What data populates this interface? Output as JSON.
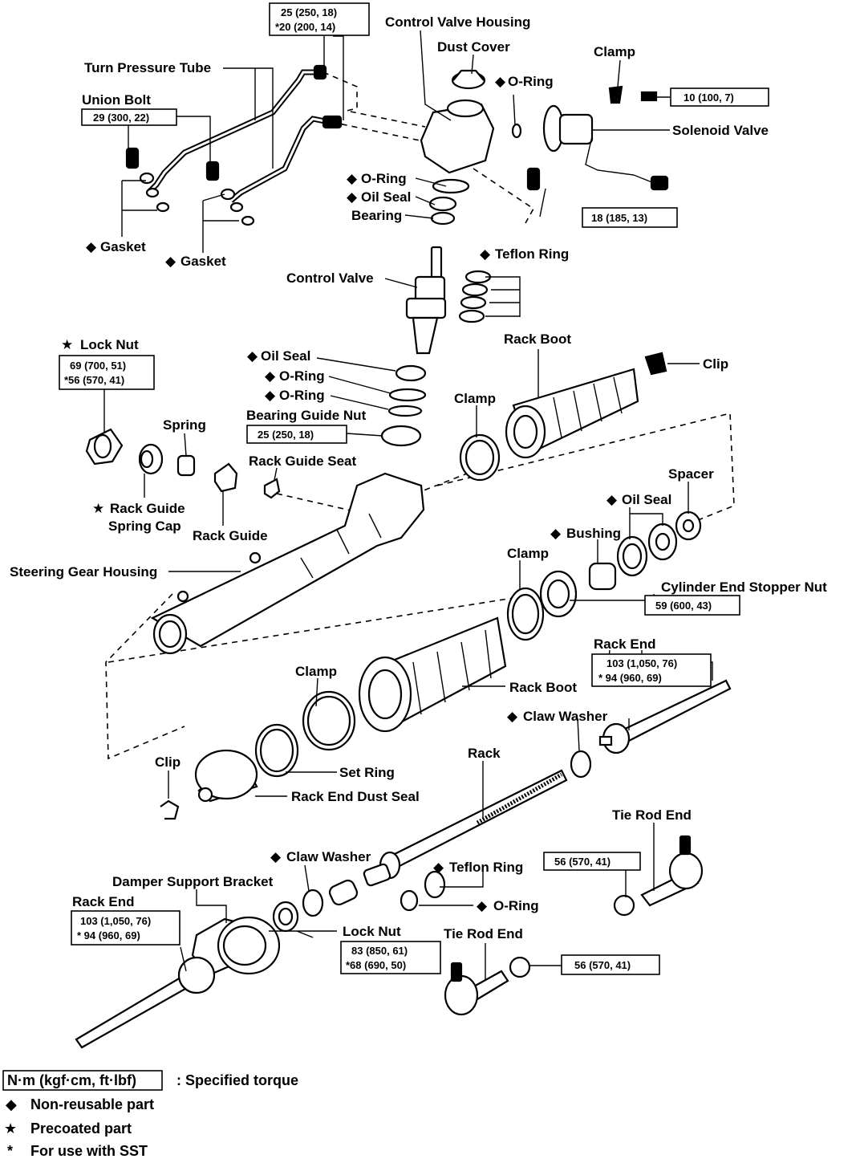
{
  "labels": {
    "control_valve_housing": "Control Valve Housing",
    "dust_cover": "Dust Cover",
    "o_ring_top": "O-Ring",
    "clamp_top": "Clamp",
    "turn_pressure_tube": "Turn Pressure Tube",
    "union_bolt": "Union Bolt",
    "solenoid_valve": "Solenoid Valve",
    "o_ring_2": "O-Ring",
    "oil_seal_1": "Oil Seal",
    "bearing": "Bearing",
    "gasket_left": "Gasket",
    "gasket_right": "Gasket",
    "teflon_ring_top": "Teflon Ring",
    "control_valve": "Control Valve",
    "lock_nut_top": "Lock Nut",
    "rack_boot_top": "Rack Boot",
    "clip_top": "Clip",
    "oil_seal_2": "Oil Seal",
    "o_ring_3": "O-Ring",
    "o_ring_4": "O-Ring",
    "clamp_mid": "Clamp",
    "spring": "Spring",
    "bearing_guide_nut": "Bearing Guide Nut",
    "rack_guide_seat": "Rack Guide Seat",
    "spacer": "Spacer",
    "oil_seal_3": "Oil Seal",
    "rack_guide_spring_cap_1": "Rack Guide",
    "rack_guide_spring_cap_2": "Spring Cap",
    "rack_guide": "Rack Guide",
    "bushing": "Bushing",
    "clamp_lower": "Clamp",
    "steering_gear_housing": "Steering Gear Housing",
    "cylinder_end_stopper_nut": "Cylinder End Stopper Nut",
    "rack_end_right": "Rack End",
    "clamp_left": "Clamp",
    "rack_boot_lower": "Rack Boot",
    "claw_washer_right": "Claw Washer",
    "clip_lower": "Clip",
    "rack": "Rack",
    "set_ring": "Set Ring",
    "rack_end_dust_seal": "Rack End Dust Seal",
    "tie_rod_end_right": "Tie Rod End",
    "claw_washer_left": "Claw Washer",
    "damper_support_bracket": "Damper Support Bracket",
    "teflon_ring_lower": "Teflon Ring",
    "rack_end_left": "Rack End",
    "o_ring_lower": "O-Ring",
    "lock_nut_lower": "Lock Nut",
    "tie_rod_end_lower": "Tie Rod End"
  },
  "torques": {
    "top_line1": "25 (250, 18)",
    "top_line2": "*20 (200, 14)",
    "union_bolt": "29 (300, 22)",
    "clamp_bolt": "10 (100, 7)",
    "housing_bolt": "18 (185, 13)",
    "lock_nut_line1": "69 (700, 51)",
    "lock_nut_line2": "*56 (570, 41)",
    "bearing_guide_nut": "25 (250, 18)",
    "stopper_nut": "59 (600, 43)",
    "rack_end_right_line1": "103 (1,050, 76)",
    "rack_end_right_line2": "*  94 (960, 69)",
    "tie_rod_right": "56 (570, 41)",
    "rack_end_left_line1": "103 (1,050, 76)",
    "rack_end_left_line2": "*  94 (960, 69)",
    "lock_nut_lower_line1": "83 (850, 61)",
    "lock_nut_lower_line2": "*68 (690, 50)",
    "tie_rod_lower": "56 (570, 41)"
  },
  "legend": {
    "units_box": "N·m (kgf·cm, ft·lbf)",
    "units_desc": ":  Specified torque",
    "non_reusable": "Non-reusable part",
    "precoated": "Precoated part",
    "sst": "For use with SST"
  },
  "symbols": {
    "diamond": "◆",
    "star": "★",
    "asterisk": "*"
  }
}
